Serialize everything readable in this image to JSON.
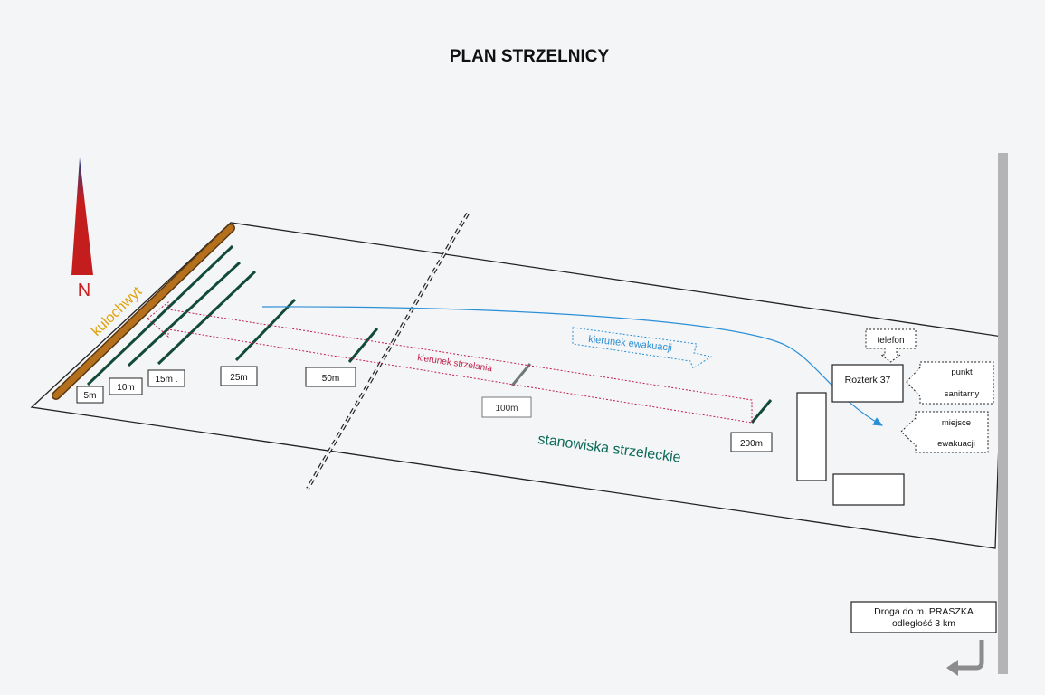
{
  "title": "PLAN STRZELNICY",
  "compass_label": "N",
  "backstop_label": "kulochwyt",
  "distances": [
    "5m",
    "10m",
    "15m .",
    "25m",
    "50m",
    "100m",
    "200m"
  ],
  "fire_direction_label": "kierunek strzelania",
  "evacuation_direction_label": "kierunek ewakuacji",
  "stations_label": "stanowiska strzeleckie",
  "telefon_label": "telefon",
  "building_label": "Rozterk 37",
  "first_aid_label": [
    "punkt",
    "sanitarny"
  ],
  "evac_point_label": [
    "miejsce",
    "ewakuacji"
  ],
  "road_info": [
    "Droga do m. PRASZKA",
    "odległość 3 km"
  ],
  "colors": {
    "backstop": "#b5701e",
    "backstop_label": "#e0a10a",
    "target_lines": "#124a3a",
    "fire_direction": "#c0204a",
    "evacuation": "#2a8fd6",
    "stations_label": "#0e6a5a",
    "compass": "#cc1f1f",
    "road": "#b4b4b6"
  }
}
